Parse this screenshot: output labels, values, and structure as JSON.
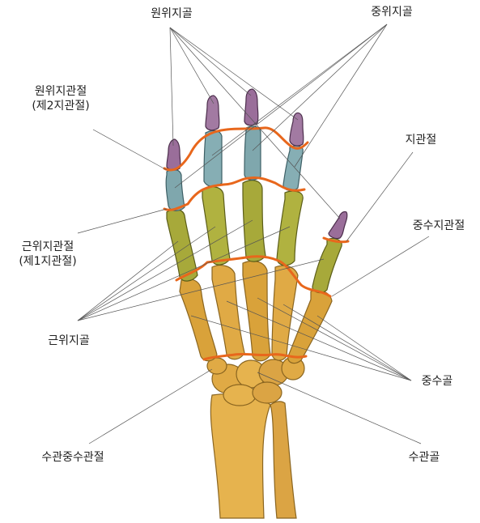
{
  "labels": {
    "distal_phalanx": "원위지골",
    "middle_phalanx": "중위지골",
    "dip_joint_line1": "원위지관절",
    "dip_joint_line2": "(제2지관절)",
    "ip_joint": "지관절",
    "mcp_joint": "중수지관절",
    "pip_joint_line1": "근위지관절",
    "pip_joint_line2": "(제1지관절)",
    "proximal_phalanx": "근위지골",
    "metacarpal": "중수골",
    "cmc_joint": "수관중수관절",
    "carpal": "수관골"
  },
  "colors": {
    "distal": "#9a6e9a",
    "middle": "#7fa7ad",
    "proximal": "#a7a93a",
    "metacarpal": "#d9a23a",
    "carpal": "#e0aa45",
    "forearm": "#e6b34e",
    "joint_line": "#e8671c"
  }
}
